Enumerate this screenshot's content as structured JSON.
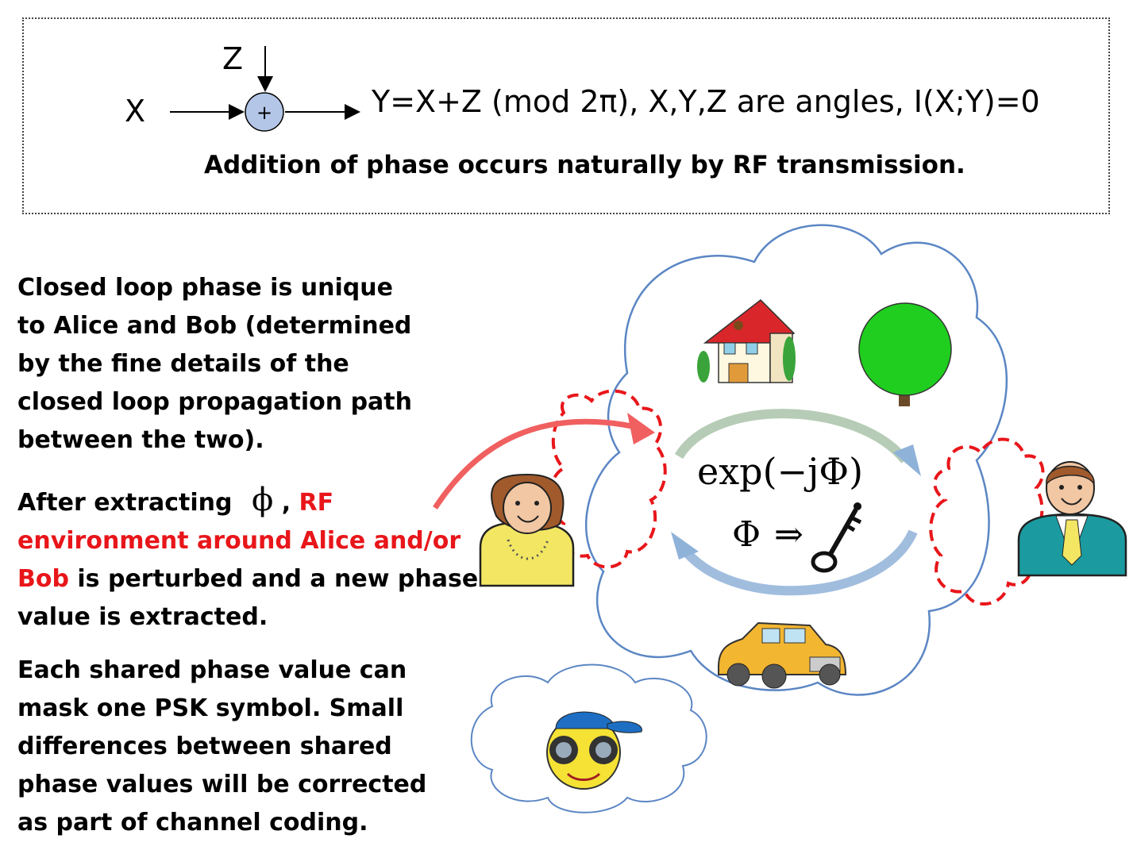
{
  "top_box": {
    "z_label": "Z",
    "x_label": "X",
    "plus_symbol": "+",
    "equation": "Y=X+Z (mod 2π),  X,Y,Z are angles,  I(X;Y)=0",
    "caption": "Addition of phase occurs naturally by RF transmission."
  },
  "paragraphs": {
    "p1": [
      "Closed loop phase is unique",
      "to Alice and Bob (determined",
      "by the fine details of the",
      "closed loop propagation path",
      "between the two)."
    ],
    "p2_line1_before": "After extracting",
    "p2_phi": "ϕ",
    "p2_comma": ",",
    "p2_line1_red": "RF",
    "p2_line2_red": "environment around Alice and/or",
    "p2_line3_red": "Bob",
    "p2_line3_rest": " is perturbed and a new phase",
    "p2_line4": "value is extracted.",
    "p3": [
      "Each shared phase value can",
      "mask one PSK symbol. Small",
      "differences between shared",
      "phase values will be corrected",
      "as part of channel coding."
    ]
  },
  "diagram": {
    "formula": "exp(−jΦ)",
    "key_formula_phi": "Φ",
    "key_formula_arrow": "⇒"
  },
  "colors": {
    "cloud_stroke": "#5b86c4",
    "red_dash": "#e8161a",
    "arrow_blue": "#8fb2d8",
    "arrow_green": "#7fb08f",
    "plus_fill": "#b3c6e7"
  }
}
